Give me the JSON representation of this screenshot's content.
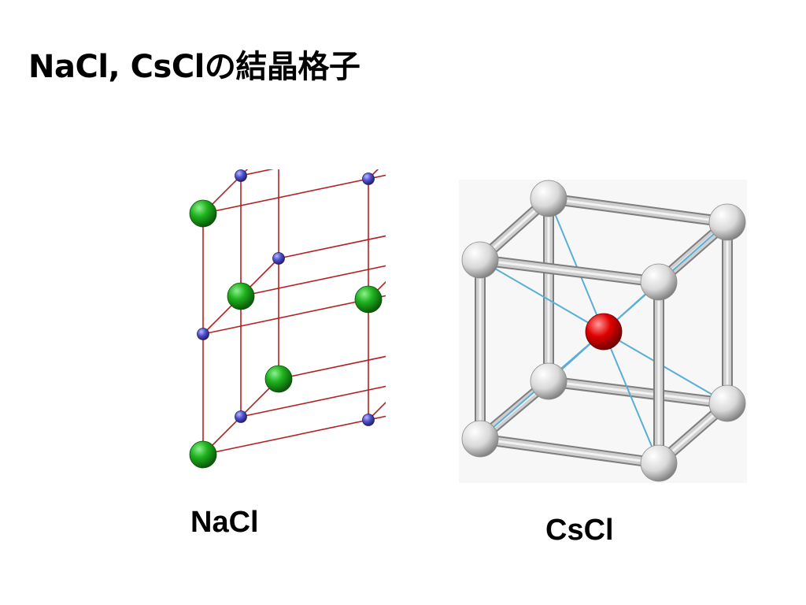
{
  "slide": {
    "title": "NaCl, CsClの結晶格子"
  },
  "figures": {
    "nacl": {
      "caption": "NaCl",
      "colors": {
        "cl": "#1aa51a",
        "na": "#4646cc",
        "bond": "#b22222"
      }
    },
    "cscl": {
      "caption": "CsCl",
      "colors": {
        "corner": "#e6e6e6",
        "center": "#e10000",
        "rod": "#cfcfcf",
        "diagonal": "#5aaed6"
      }
    }
  }
}
